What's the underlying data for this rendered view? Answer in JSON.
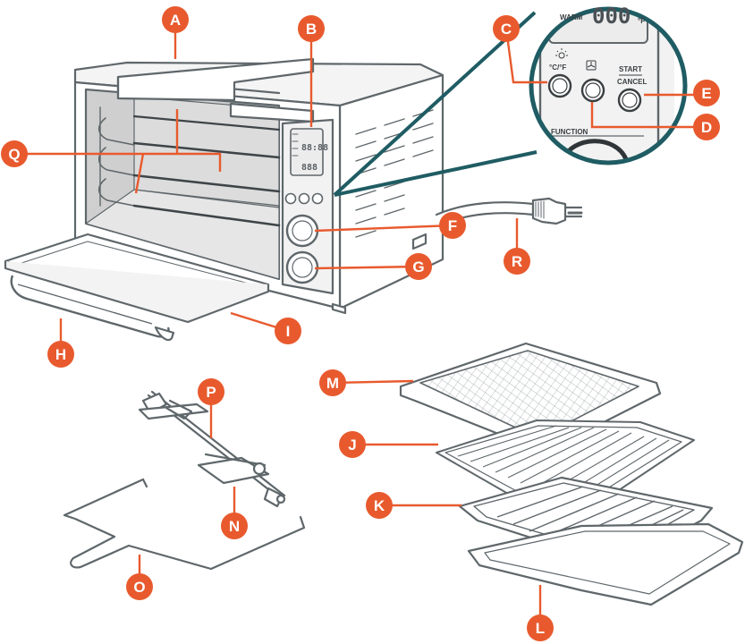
{
  "callouts": {
    "A": "A",
    "B": "B",
    "C": "C",
    "D": "D",
    "E": "E",
    "F": "F",
    "G": "G",
    "H": "H",
    "I": "I",
    "J": "J",
    "K": "K",
    "L": "L",
    "M": "M",
    "N": "N",
    "O": "O",
    "P": "P",
    "Q": "Q",
    "R": "R"
  },
  "control_panel": {
    "warm_label": "WARM",
    "display_digits": "000",
    "unit_label": "°F",
    "cf_label": "°C/°F",
    "start_label": "START",
    "cancel_label": "CANCEL",
    "function_label": "FUNCTION"
  },
  "colors": {
    "callout": "#e85a2e",
    "outline": "#5f676b",
    "callout_line": "#e85a2e",
    "zoom_ring": "#1f5c63",
    "oven_interior": "#d9d9d9",
    "panel_bg": "#f2f2f2"
  }
}
